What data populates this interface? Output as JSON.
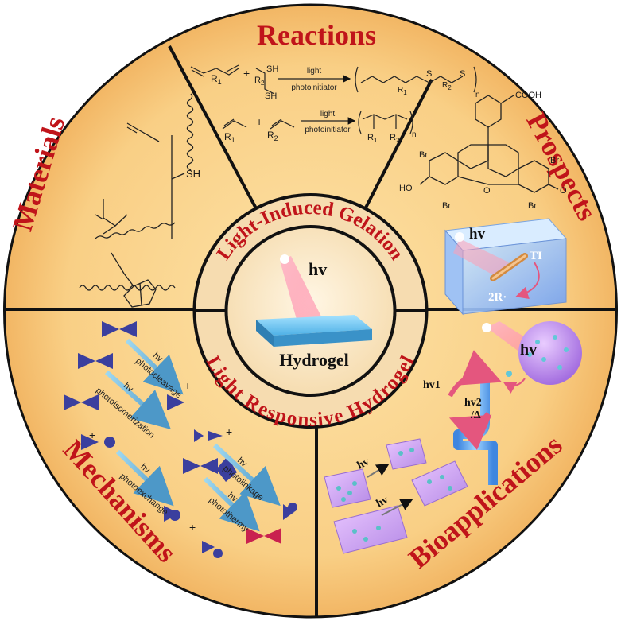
{
  "center": {
    "top_ring_text": "Light-Induced Gelation",
    "bottom_ring_text": "Light Responsive Hydrogel",
    "hv": "hv",
    "label": "Hydrogel"
  },
  "sectors": {
    "reactions": {
      "title": "Reactions",
      "r1_sh_top": "SH",
      "r1_r2": "R",
      "r1_r2_sub": "2",
      "r1_sh_bottom": "SH",
      "r1_r1": "R",
      "r1_r1_sub": "1",
      "plus": "+",
      "arrow_top": "light",
      "arrow_bottom": "photoinitiator",
      "r1_prod_r1": "R",
      "r1_prod_r1_sub": "1",
      "r1_prod_s1": "S",
      "r1_prod_r2": "R",
      "r1_prod_r2_sub": "2",
      "r1_prod_s2": "S",
      "r1_prod_n": "n",
      "r2_r1": "R",
      "r2_r1_sub": "1",
      "r2_r2": "R",
      "r2_r2_sub": "2",
      "r2_prod_r1": "R",
      "r2_prod_r1_sub": "1",
      "r2_prod_r2": "R",
      "r2_prod_r2_sub": "2",
      "r2_prod_n": "n"
    },
    "prospects": {
      "title": "Prospects",
      "cooh": "COOH",
      "br1": "Br",
      "br2": "Br",
      "br3": "Br",
      "br4": "Br",
      "ho": "HO",
      "o_ring": "O",
      "o_keto": "O",
      "hv": "hv",
      "ti": "TI",
      "radical": "2R·"
    },
    "materials": {
      "title": "Materials",
      "sh": "SH"
    },
    "mechanisms": {
      "title": "Mechanisms",
      "hv": "hv",
      "photocleavage": "photocleavage",
      "photoisomerization": "photoisomerization",
      "photoexchange": "photoexchange",
      "photolinkage": "photolinkage",
      "photothermy": "photothermy",
      "plus": "+"
    },
    "bioapplications": {
      "title": "Bioapplications",
      "hv": "hv",
      "hv1": "hv1",
      "hv2": "hv2",
      "delta": "/Δ"
    }
  },
  "colors": {
    "disc_fill": "#fad38a",
    "disc_outer": "#f0b866",
    "title_red": "#c0141a",
    "divider": "#111111",
    "ring_fill": "#f7d9ad",
    "hydrogel_blue": "#5fb8e8",
    "pink": "#e44a8a",
    "navy": "#3b3f9e"
  }
}
